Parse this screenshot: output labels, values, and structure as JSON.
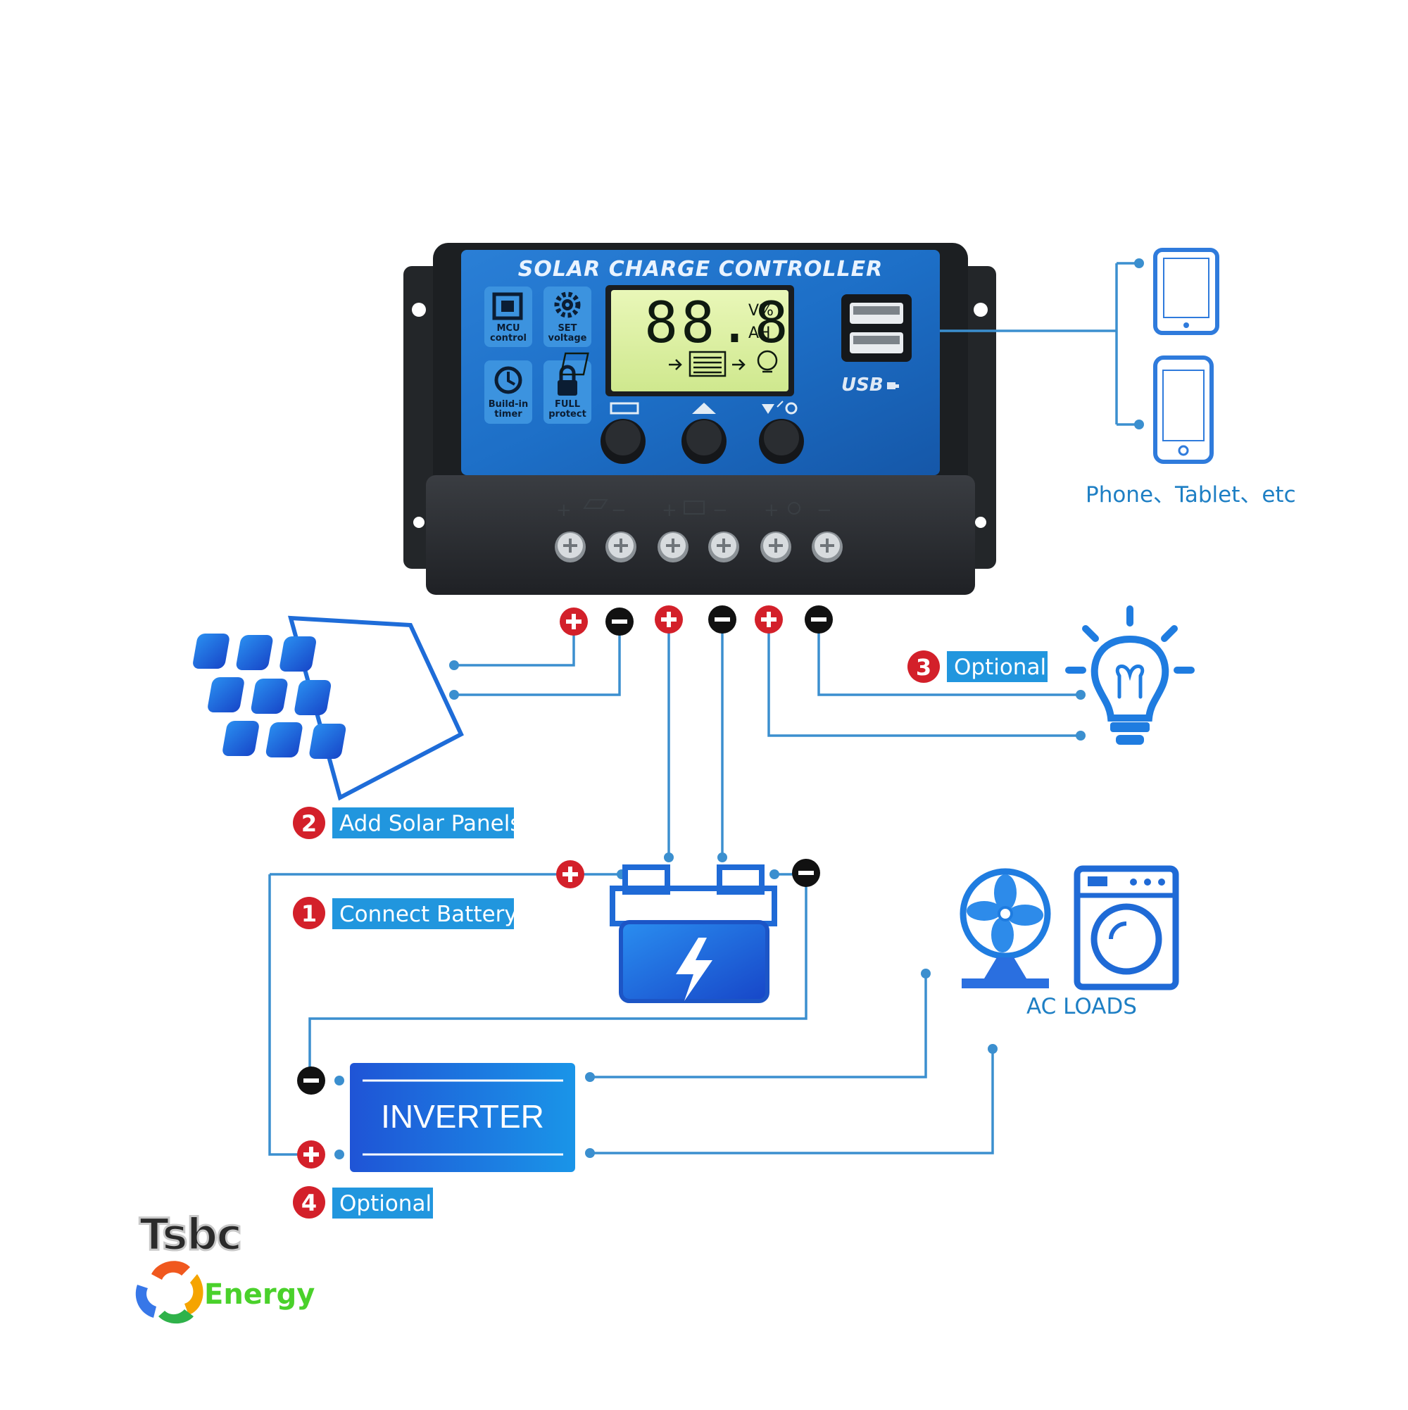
{
  "controller": {
    "title": "SOLAR CHARGE CONTROLLER",
    "features": [
      {
        "icon": "chip-icon",
        "label_line1": "MCU",
        "label_line2": "control"
      },
      {
        "icon": "gear-icon",
        "label_line1": "SET",
        "label_line2": "voltage"
      },
      {
        "icon": "clock-icon",
        "label_line1": "Build-in",
        "label_line2": "timer"
      },
      {
        "icon": "lock-icon",
        "label_line1": "FULL",
        "label_line2": "protect"
      }
    ],
    "lcd": {
      "digits": "88.8",
      "unit_top": "V%",
      "unit_bottom": "AH"
    },
    "usb_label": "USB",
    "buttons": [
      "menu-icon",
      "up-arrow-icon",
      "down-bulb-icon"
    ]
  },
  "devices_caption": "Phone、Tablet、etc",
  "steps": [
    {
      "number": "1",
      "label": "Connect Battery"
    },
    {
      "number": "2",
      "label": "Add Solar Panels"
    },
    {
      "number": "3",
      "label": "Optional"
    },
    {
      "number": "4",
      "label": "Optional"
    }
  ],
  "inverter_label": "INVERTER",
  "ac_loads_label": "AC LOADS",
  "logo": {
    "brand": "Tsbc",
    "sub": "Energy"
  },
  "colors": {
    "accent_blue": "#1e7fc4",
    "plus_red": "#d3202a",
    "minus_black": "#111111",
    "wire": "#3b8fcf"
  }
}
